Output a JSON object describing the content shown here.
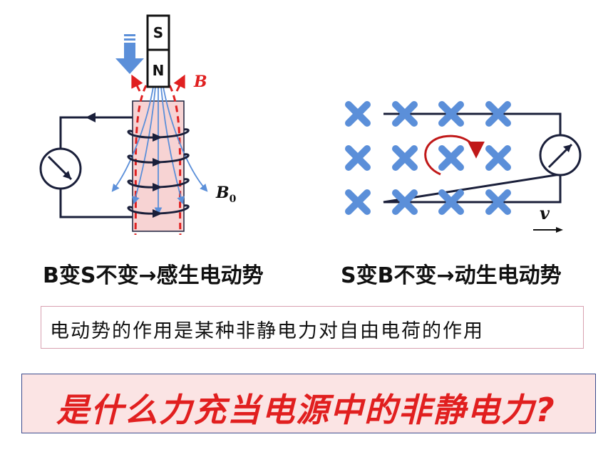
{
  "left_diagram": {
    "magnet_top": "S",
    "magnet_bottom": "N",
    "field_label": "B",
    "coil_field_label": "B",
    "coil_field_subscript": "0"
  },
  "right_diagram": {
    "velocity_label": "v"
  },
  "captions": {
    "left": "B变S不变→感生电动势",
    "right": "S变B不变→动生电动势"
  },
  "statement": "电动势的作用是某种非静电力对自由电荷的作用",
  "question": "是什么力充当电源中的非静电力?",
  "colors": {
    "field_dashed": "#e02020",
    "coil_fill": "#f7d3d3",
    "field_line_blue": "#5b8fd9",
    "cross_blue": "#5b8fd9",
    "loop_arrow": "#c01818",
    "question_bg": "#fbe4e4",
    "question_text": "#e11f1f"
  }
}
